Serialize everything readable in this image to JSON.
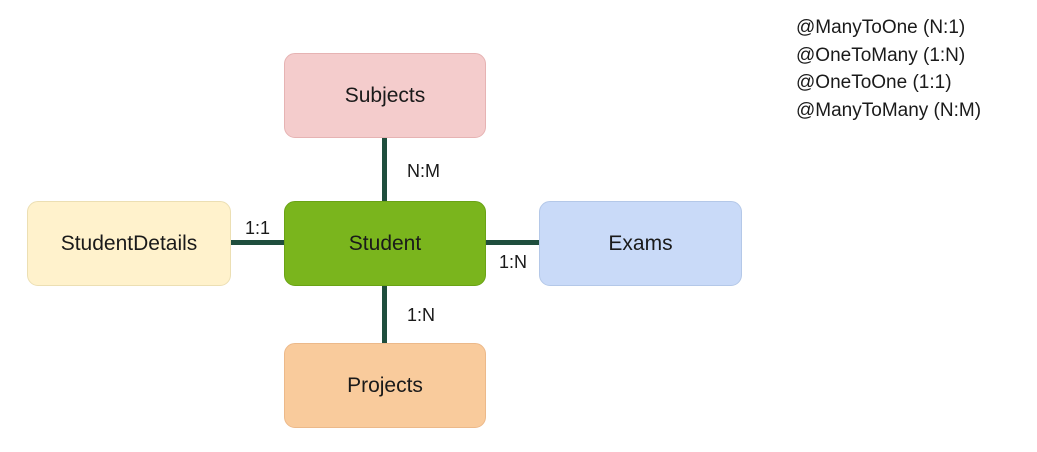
{
  "nodes": {
    "subjects": "Subjects",
    "student": "Student",
    "student_details": "StudentDetails",
    "exams": "Exams",
    "projects": "Projects"
  },
  "cardinalities": {
    "student_subjects": "N:M",
    "student_details": "1:1",
    "student_exams": "1:N",
    "student_projects": "1:N"
  },
  "legend": [
    "@ManyToOne (N:1)",
    "@OneToMany (1:N)",
    "@OneToOne (1:1)",
    "@ManyToMany (N:M)"
  ],
  "colors": {
    "subjects_fill": "#f4cccc",
    "student_fill": "#7ab51d",
    "student_details_fill": "#fff2cc",
    "exams_fill": "#c9daf8",
    "projects_fill": "#f9cb9c",
    "connector": "#1f4e3d"
  }
}
